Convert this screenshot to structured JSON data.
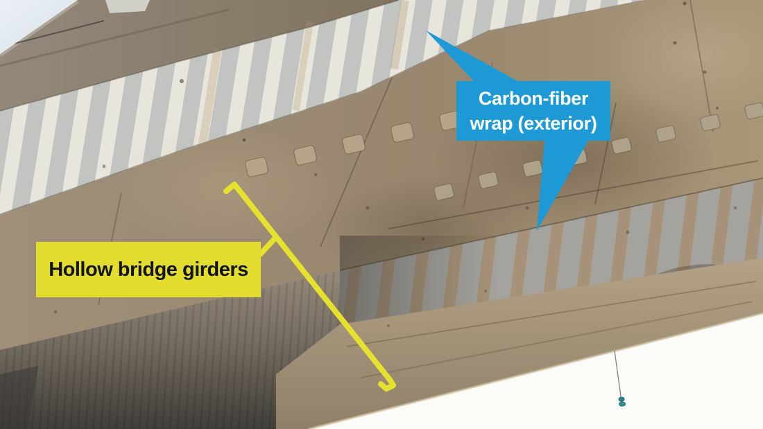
{
  "annotations": {
    "carbon_fiber": {
      "lines": [
        "Carbon-fiber",
        "wrap (exterior)"
      ],
      "box_color": "#1d9ad6",
      "text_color": "#ffffff"
    },
    "hollow_girders": {
      "label": "Hollow bridge girders",
      "box_color": "#e2dd2e",
      "text_color": "#151510",
      "bracket_color": "#e6e02e"
    }
  },
  "photo": {
    "subject": "Underside of a concrete box-girder bridge with carbon-fiber wrap strips",
    "palette": {
      "sky_top_left": "#e3eaef",
      "sky_bottom_right": "#fbfbf8",
      "concrete_light_face": "#c1c4c1",
      "wrap_stripe_light": "#ebe9df",
      "concrete_tan_soffit": "#a29179",
      "wrap_stripe_gray": "#a5a4a0",
      "girder_shadow": "#55514a"
    },
    "features": [
      "upper-wrap-stripes",
      "lower-wrap-stripes",
      "wrap-end-patches",
      "hollow-girder-shadow-side",
      "hanging-wire-with-insulator"
    ]
  }
}
